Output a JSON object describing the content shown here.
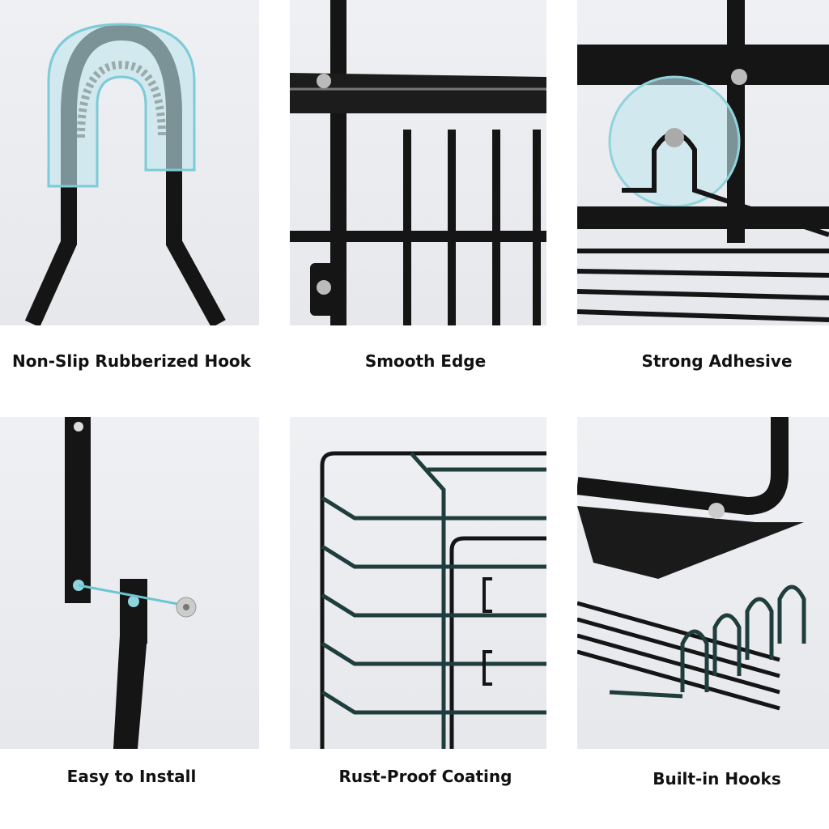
{
  "features": [
    {
      "label": "Non-Slip Rubberized Hook"
    },
    {
      "label": "Smooth Edge"
    },
    {
      "label": "Strong Adhesive"
    },
    {
      "label": "Easy to Install"
    },
    {
      "label": "Rust-Proof Coating"
    },
    {
      "label": "Built-in Hooks"
    }
  ],
  "colors": {
    "metal": "#151515",
    "accent": "#8fd3dd",
    "background": "#e9ebee"
  }
}
